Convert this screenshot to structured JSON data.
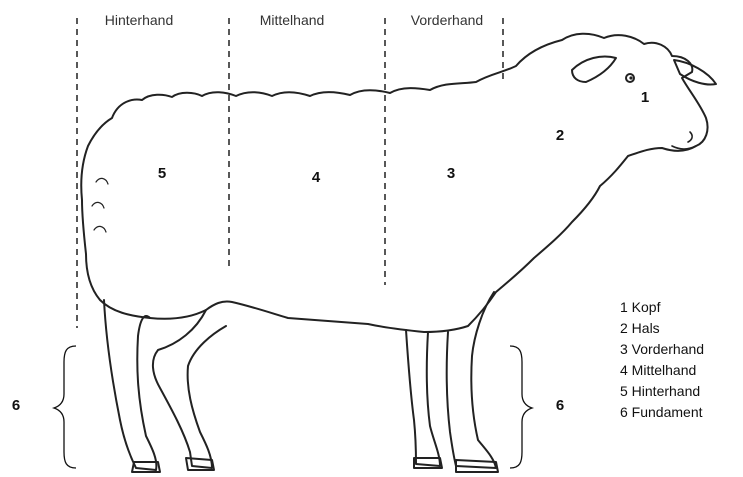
{
  "regions": {
    "hinterhand": "Hinterhand",
    "mittelhand": "Mittelhand",
    "vorderhand": "Vorderhand"
  },
  "numbers": {
    "kopf": "1",
    "hals": "2",
    "vorderhand": "3",
    "mittelhand": "4",
    "hinterhand": "5",
    "fundament_left": "6",
    "fundament_right": "6"
  },
  "legend": [
    "1 Kopf",
    "2 Hals",
    "3 Vorderhand",
    "4 Mittelhand",
    "5 Hinterhand",
    "6 Fundament"
  ],
  "colors": {
    "outline": "#222222",
    "background": "#ffffff"
  }
}
